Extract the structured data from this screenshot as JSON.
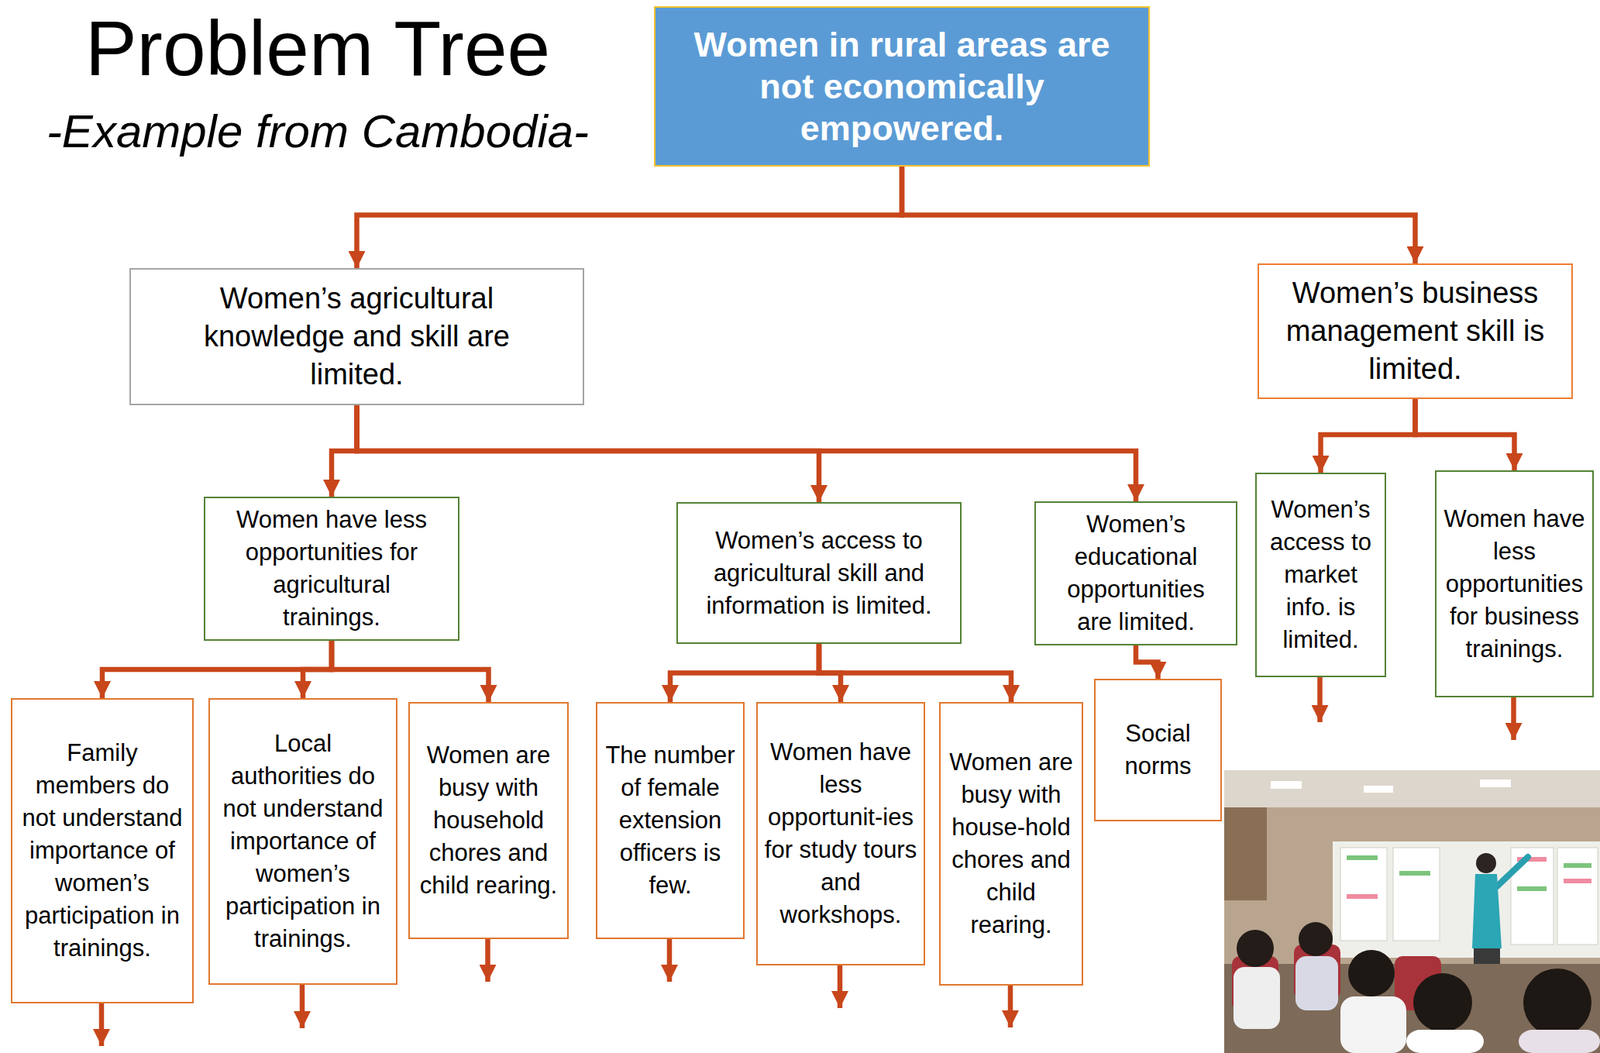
{
  "diagram": {
    "title": "Problem Tree",
    "nodes": [
      {
        "text": [
          "Women in rural areas are not economically empowered."
        ]
      },
      {
        "text": [
          "Women’s agricultural knowledge and skill are limited."
        ]
      },
      {
        "text": [
          "Women’s business management skill is limited."
        ]
      },
      {
        "text": [
          "Women have less opportunities for agricultural trainings."
        ]
      },
      {
        "text": [
          "Women’s access to agricultural skill and information is limited."
        ]
      },
      {
        "text": [
          "Women’s educational opportunities are limited."
        ]
      },
      {
        "text": [
          "Women’s access to market info. is limited."
        ]
      },
      {
        "text": [
          "Women have less opportunities for business trainings."
        ]
      },
      {
        "text": [
          "Family members do not understand importance of women’s participation in trainings."
        ]
      },
      {
        "text": [
          "Local authorities do not understand importance of women’s participation in trainings."
        ]
      },
      {
        "text": [
          "Women are busy with household chores and child rearing."
        ]
      },
      {
        "text": [
          "The number of female extension officers is few."
        ]
      },
      {
        "text": [
          "Women have less opportunit-ies for study tours and workshops."
        ]
      },
      {
        "text": [
          "Women are busy with house-hold chores and child rearing."
        ]
      },
      {
        "text": [
          "Social norms"
        ]
      }
    ],
    "edges": [
      {
        "from": 0,
        "to": 1,
        "arrow": "to"
      },
      {
        "from": 0,
        "to": 2,
        "arrow": "to"
      },
      {
        "from": 1,
        "to": 3,
        "arrow": "to"
      },
      {
        "from": 1,
        "to": 4,
        "arrow": "to"
      },
      {
        "from": 1,
        "to": 5,
        "arrow": "to"
      },
      {
        "from": 2,
        "to": 6,
        "arrow": "to"
      },
      {
        "from": 2,
        "to": 7,
        "arrow": "to"
      },
      {
        "from": 3,
        "to": 8,
        "arrow": "to"
      },
      {
        "from": 3,
        "to": 9,
        "arrow": "to"
      },
      {
        "from": 3,
        "to": 10,
        "arrow": "to"
      },
      {
        "from": 4,
        "to": 11,
        "arrow": "to"
      },
      {
        "from": 4,
        "to": 12,
        "arrow": "to"
      },
      {
        "from": 4,
        "to": 13,
        "arrow": "to"
      },
      {
        "from": 5,
        "to": 14,
        "arrow": "to"
      }
    ],
    "labels": [
      "-Example from Cambodia-"
    ]
  }
}
